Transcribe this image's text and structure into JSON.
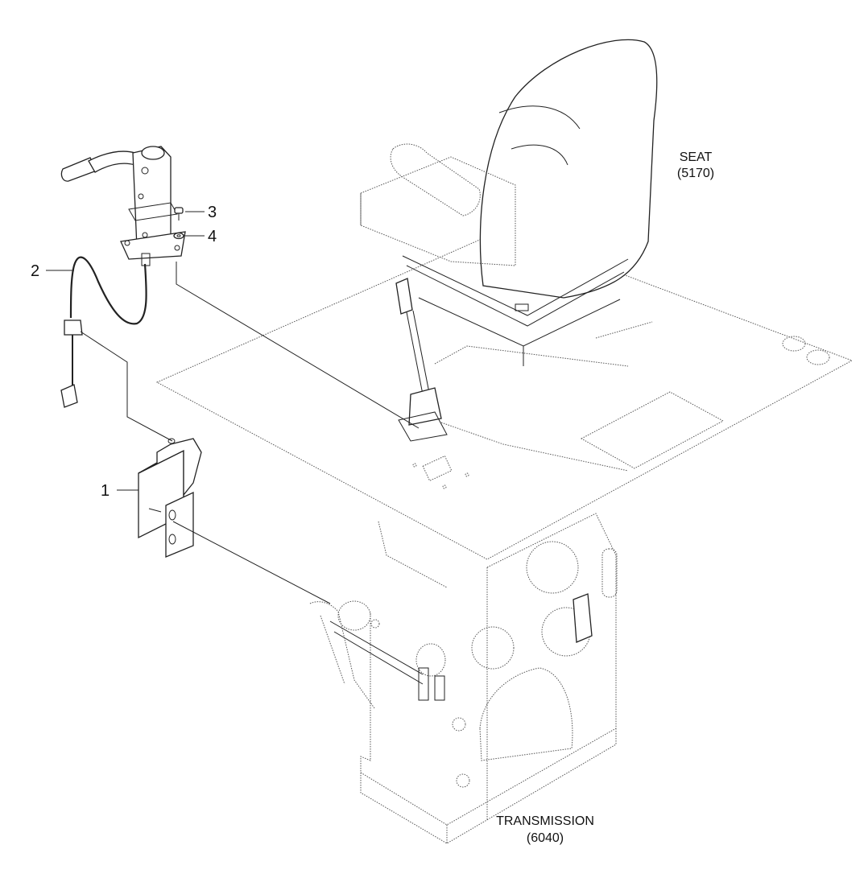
{
  "callouts": [
    {
      "id": "1",
      "label": "1"
    },
    {
      "id": "2",
      "label": "2"
    },
    {
      "id": "3",
      "label": "3"
    },
    {
      "id": "4",
      "label": "4"
    }
  ],
  "references": {
    "seat": {
      "name": "SEAT",
      "code": "(5170)"
    },
    "transmission": {
      "name": "TRANSMISSION",
      "code": "(6040)"
    }
  }
}
